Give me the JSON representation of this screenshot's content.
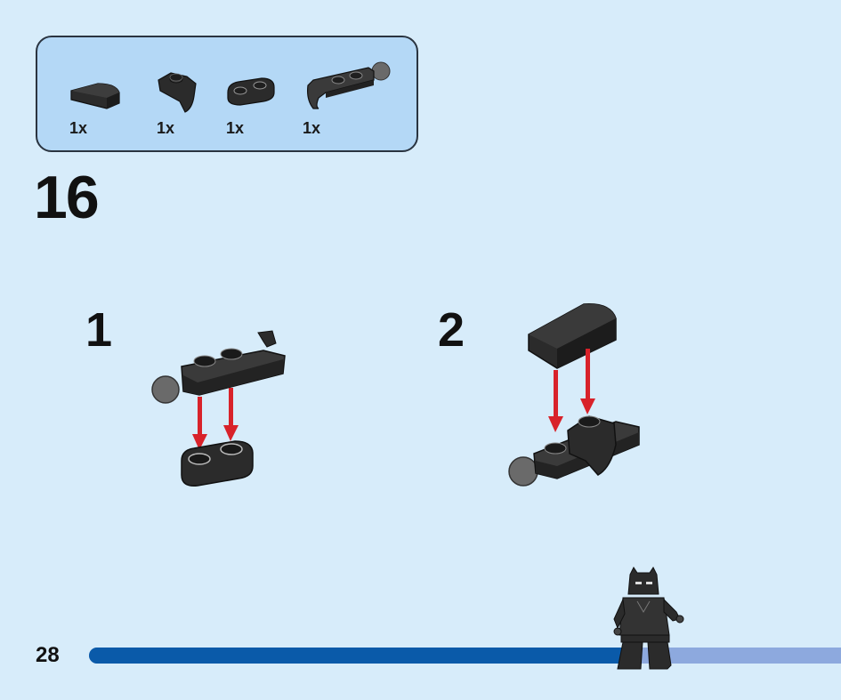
{
  "parts_list": {
    "items": [
      {
        "name": "curved-slope-1x2",
        "icon": "curved-slope-icon",
        "qty": "1x"
      },
      {
        "name": "mudguard-bracket",
        "icon": "bracket-icon",
        "qty": "1x"
      },
      {
        "name": "plate-1x2-round",
        "icon": "round-plate-icon",
        "qty": "1x"
      },
      {
        "name": "plate-with-ball-and-clip",
        "icon": "ball-clip-plate-icon",
        "qty": "1x"
      }
    ]
  },
  "step": {
    "number": "16",
    "substeps": [
      {
        "number": "1"
      },
      {
        "number": "2"
      }
    ]
  },
  "footer": {
    "page_number": "28",
    "progress": 0.72
  },
  "colors": {
    "background": "#d7ecfa",
    "parts_box": "#b4d8f6",
    "arrow": "#d8222a",
    "brick_dark": "#2b2b2b",
    "progress_fill": "#0a5aa9",
    "progress_track": "#8da9de"
  }
}
